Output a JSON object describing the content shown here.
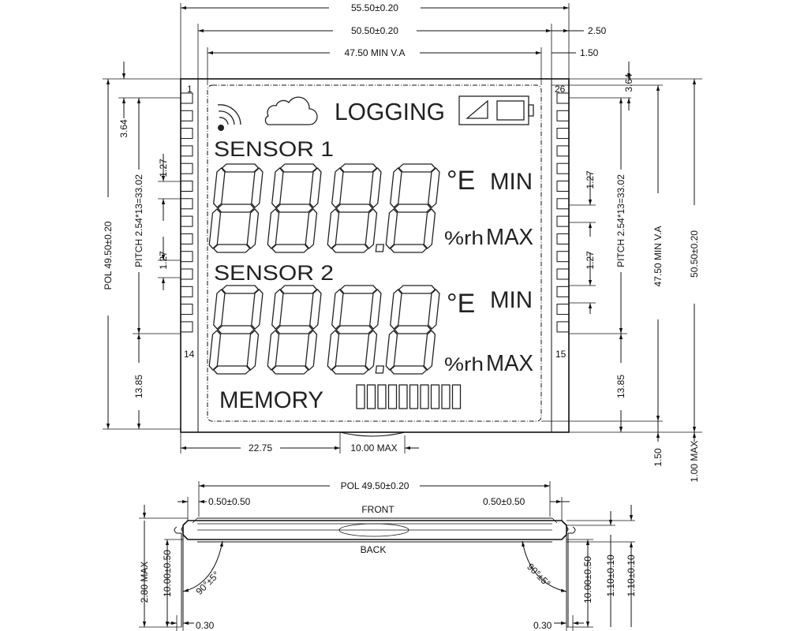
{
  "lcd": {
    "logging": "LOGGING",
    "sensor1": "SENSOR 1",
    "sensor2": "SENSOR 2",
    "min": "MIN",
    "max": "MAX",
    "unit_temp": "°E",
    "unit_rh": "%rh",
    "memory": "MEMORY",
    "pin_first": "1",
    "pin_left_last": "14",
    "pin_right_first": "15",
    "pin_last": "26"
  },
  "dims": {
    "overall_width": "55.50±0.20",
    "pol_width_top": "50.50±0.20",
    "va_width": "47.50 MIN V.A",
    "offset_2_50": "2.50",
    "offset_1_50_top": "1.50",
    "pin_top_left": "3.64",
    "pin_top_right": "3.64",
    "pitch_left": "PITCH 2.54*13=33.02",
    "pitch_right": "PITCH 2.54*13=33.02",
    "pin_w_1": "1.27",
    "pin_w_2": "1.27",
    "pin_w_3": "1.27",
    "pin_w_4": "1.27",
    "pol_height": "POL 49.50±0.20",
    "bottom_left": "13.85",
    "bottom_right": "13.85",
    "va_height": "47.50 MIN V.A",
    "overall_height": "50.50±0.20",
    "offset_1_50_right": "1.50",
    "max_1_00": "1.00 MAX",
    "left_22_75": "22.75",
    "tab_max": "10.00 MAX",
    "side_pol": "POL 49.50±0.20",
    "front": "FRONT",
    "back": "BACK",
    "gap_left": "0.50±0.50",
    "gap_right": "0.50±0.50",
    "h_2_80": "2.80 MAX",
    "leg_left": "10.00±0.50",
    "leg_right": "10.00±0.50",
    "angle_left": "90°±5°",
    "angle_right": "90°±5°",
    "t1": "1.10±0.10",
    "t2": "1.10±0.10",
    "pin_t_left": "0.30",
    "pin_t_right": "0.30"
  }
}
